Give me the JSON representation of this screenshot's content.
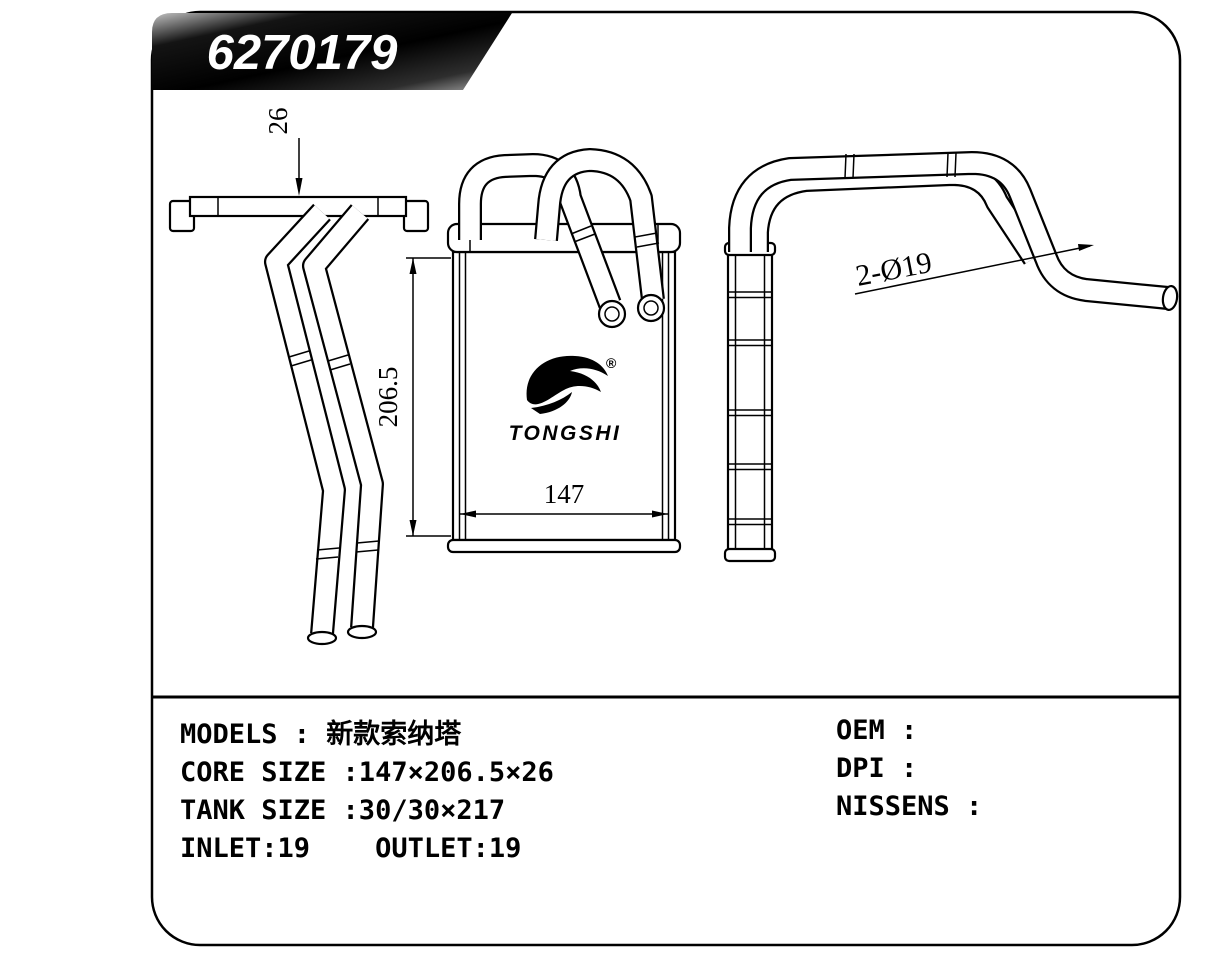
{
  "colors": {
    "ink": "#000000",
    "paper": "#ffffff",
    "banner_light": "#b5b5b5"
  },
  "banner": {
    "part_number": "6270179"
  },
  "drawing": {
    "top_thickness_dim": "26",
    "core_height_dim": "206.5",
    "core_width_dim": "147",
    "pipe_callout": "2-Ø19",
    "logo": {
      "text": "TONGSHI",
      "registered_mark": "®"
    }
  },
  "specs": {
    "left_lines": [
      "MODELS : 新款索纳塔",
      "CORE SIZE :147×206.5×26",
      "TANK SIZE :30/30×217",
      "INLET:19    OUTLET:19"
    ],
    "right_lines": [
      "OEM :",
      "DPI :",
      "NISSENS :"
    ]
  }
}
